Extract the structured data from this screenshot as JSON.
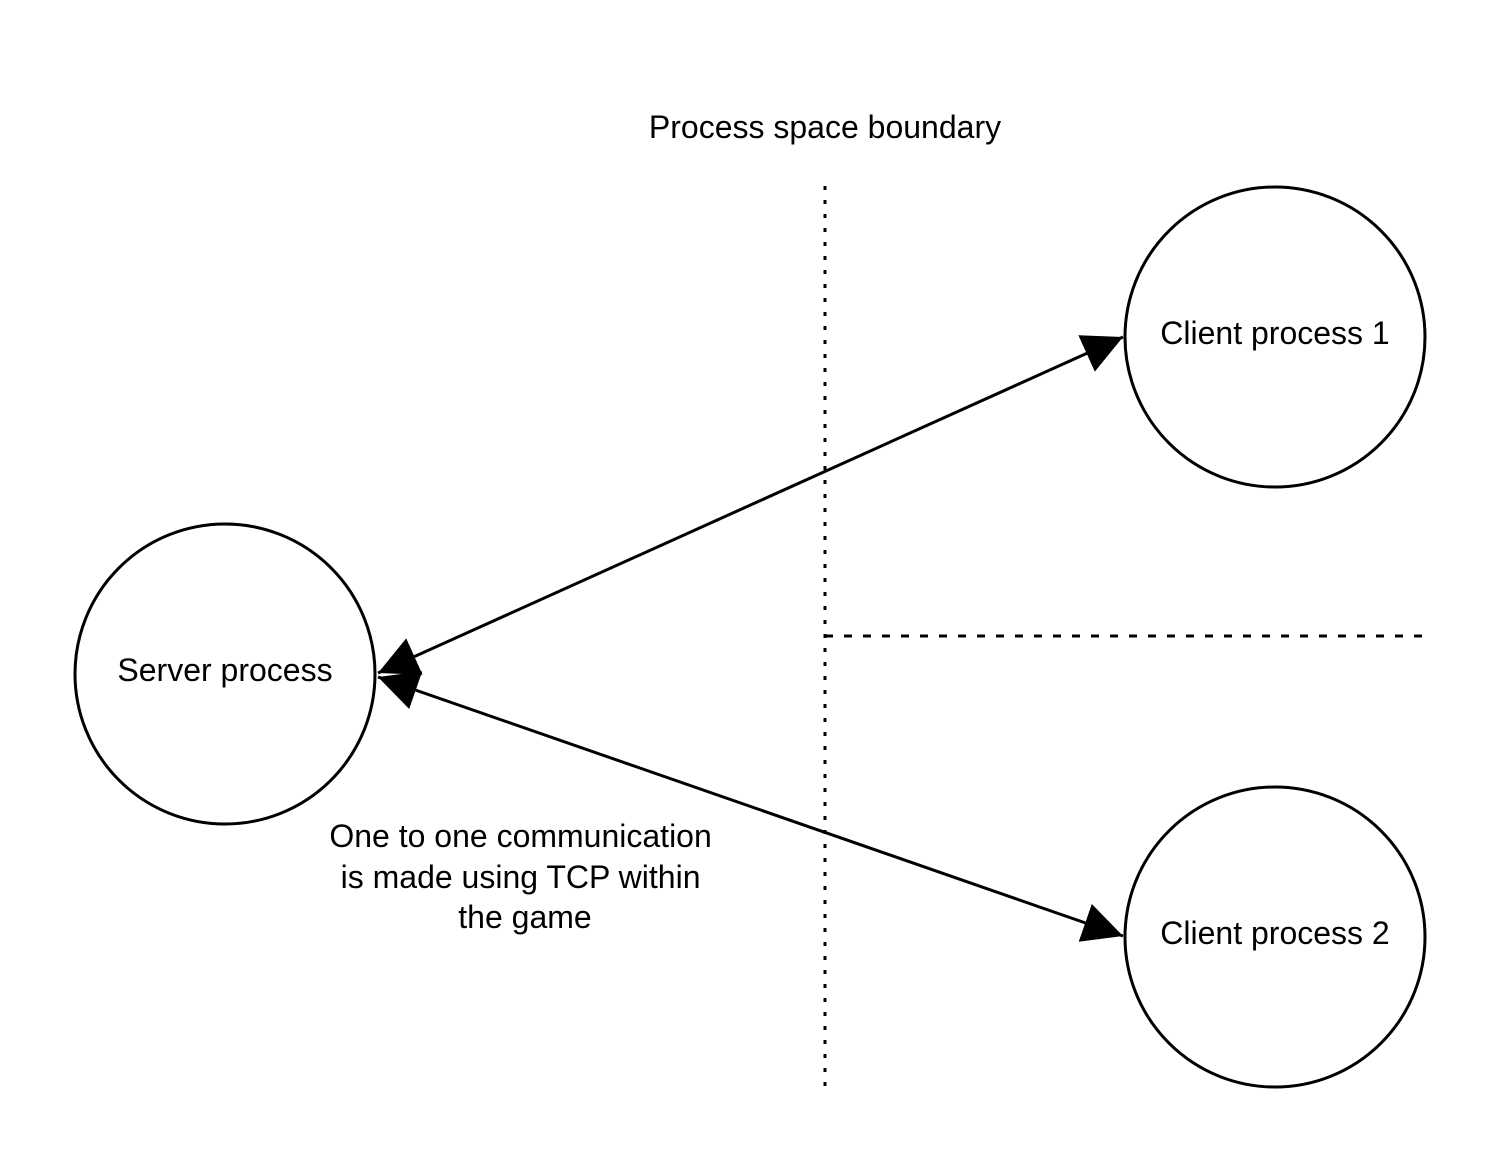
{
  "diagram": {
    "title": "Process space boundary",
    "nodes": {
      "server": {
        "label": "Server process"
      },
      "client1": {
        "label": "Client process 1"
      },
      "client2": {
        "label": "Client process 2"
      }
    },
    "note": {
      "lines": [
        "One to one communication",
        "is made using TCP within",
        "the game"
      ]
    }
  }
}
